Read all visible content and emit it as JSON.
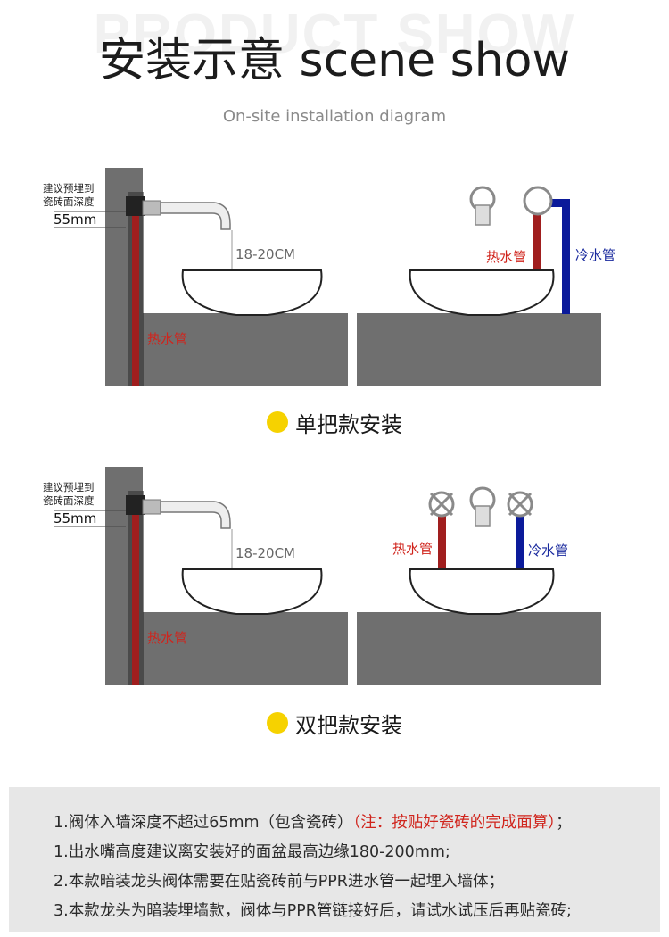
{
  "header": {
    "watermark": "PRODUCT SHOW",
    "title": "安装示意 scene show",
    "subtitle": "On-site installation diagram"
  },
  "diagrams": [
    {
      "caption": "单把款安装",
      "note_line1": "建议预埋到",
      "note_line2": "瓷砖面深度",
      "depth": "55mm",
      "height_label": "18-20CM",
      "hot_label": "热水管",
      "hot_label_right": "热水管",
      "cold_label_right": "冷水管"
    },
    {
      "caption": "双把款安装",
      "note_line1": "建议预埋到",
      "note_line2": "瓷砖面深度",
      "depth": "55mm",
      "height_label": "18-20CM",
      "hot_label": "热水管",
      "hot_label_right": "热水管",
      "cold_label_right": "冷水管"
    }
  ],
  "notes": {
    "line1_main": "1.阀体入墙深度不超过65mm（包含瓷砖）",
    "line1_highlight": "（注：按贴好瓷砖的完成面算）",
    "line1_end": "；",
    "line2": "1.出水嘴高度建议离安装好的面盆最高边缘180-200mm;",
    "line3": "2.本款暗装龙头阀体需要在贴瓷砖前与PPR进水管一起埋入墙体；",
    "line4": "3.本款龙头为暗装埋墙款，阀体与PPR管链接好后，请试水试压后再贴瓷砖;"
  },
  "colors": {
    "wall": "#6f6f6f",
    "hot_pipe": "#a01e1e",
    "cold_pipe": "#0b1a9a",
    "hot_text": "#d0241c",
    "cold_text": "#1a2a9e",
    "bullet": "#f6d200",
    "notes_bg": "#e7e7e7"
  }
}
